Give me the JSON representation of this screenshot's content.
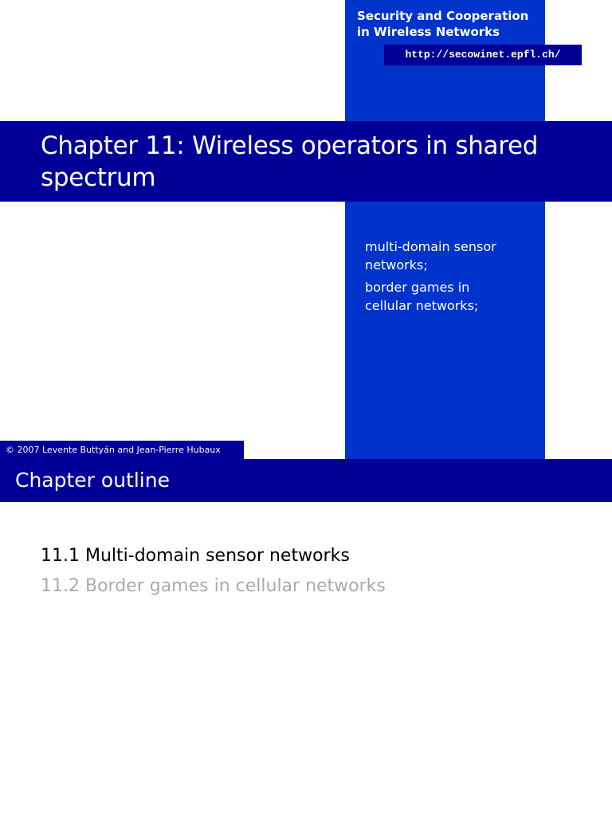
{
  "slide1": {
    "book_title_line1": "Security and Cooperation",
    "book_title_line2": "in Wireless Networks",
    "url": "http://secowinet.epfl.ch/",
    "chapter_title": "Chapter 11: Wireless operators in shared spectrum",
    "topics": [
      {
        "line1": "multi-domain sensor",
        "line2": "networks;"
      },
      {
        "line1": "border games in",
        "line2": "cellular networks;"
      }
    ],
    "copyright": "© 2007  Levente Buttyán and Jean-Pierre Hubaux"
  },
  "slide2": {
    "title": "Chapter outline",
    "items": [
      {
        "label": "11.1 Multi-domain sensor networks",
        "state": "current"
      },
      {
        "label": "11.2 Border games in cellular networks",
        "state": "inactive"
      }
    ]
  },
  "colors": {
    "dark_blue": "#000099",
    "bright_blue": "#0033cc",
    "inactive_gray": "#aaaaaa"
  }
}
